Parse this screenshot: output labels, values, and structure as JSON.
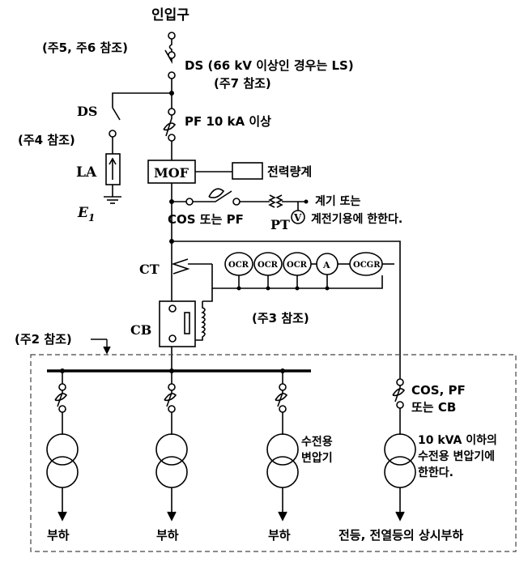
{
  "labels": {
    "intake": "인입구",
    "note_5_6": "(주5, 주6 참조)",
    "ds_main": "DS (66 kV 이상인 경우는 LS)",
    "note_7": "(주7 참조)",
    "ds_branch": "DS",
    "note_4": "(주4 참조)",
    "pf_rating": "PF 10 kA 이상",
    "la": "LA",
    "mof": "MOF",
    "power_meter": "전력량계",
    "ground": "E",
    "ground_sub": "1",
    "cos_or_pf": "COS 또는 PF",
    "pt": "PT",
    "voltmeter": "V",
    "meter_note_1": "계기 또는",
    "meter_note_2": "계전기용에 한한다.",
    "ct": "CT",
    "cb": "CB",
    "note_3": "(주3 참조)",
    "note_2": "(주2 참조)",
    "relays": [
      "OCR",
      "OCR",
      "OCR",
      "A",
      "OCGR"
    ],
    "feeder_breaker_1": "COS, PF",
    "feeder_breaker_2": "또는 CB",
    "transformer_label_1": "수전용",
    "transformer_label_2": "변압기",
    "small_tr_1": "10 kVA 이하의",
    "small_tr_2": "수전용 변압기에",
    "small_tr_3": "한한다.",
    "loads": [
      "부하",
      "부하",
      "부하",
      "전등, 전열등의 상시부하"
    ]
  }
}
